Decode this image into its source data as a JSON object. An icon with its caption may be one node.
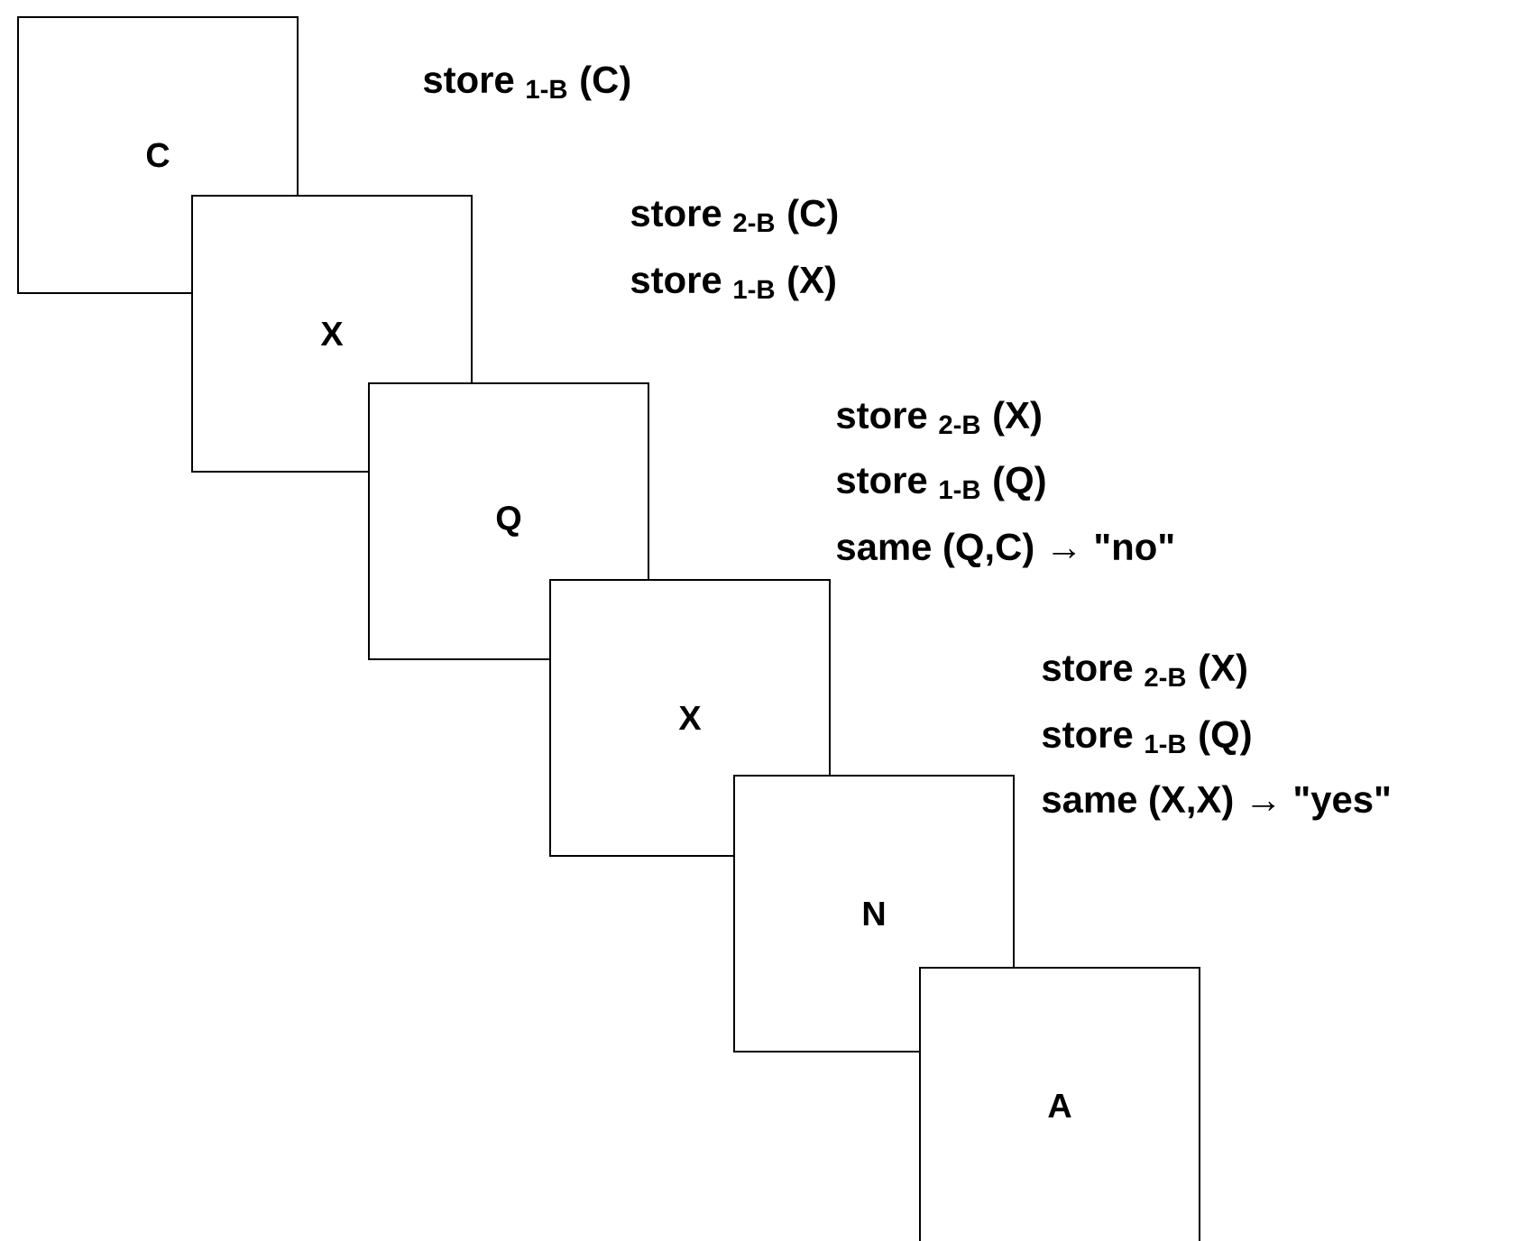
{
  "diagram": {
    "nodes": [
      {
        "text": [
          "C"
        ]
      },
      {
        "text": [
          "X"
        ]
      },
      {
        "text": [
          "Q"
        ]
      },
      {
        "text": [
          "X"
        ]
      },
      {
        "text": [
          "N"
        ]
      },
      {
        "text": [
          "A"
        ]
      }
    ],
    "labels": [
      "store $_{1-B}$ (C)",
      "store $_{2-B}$ (C)",
      "store $_{1-B}$ (X)",
      "store $_{2-B}$ (X)",
      "store $_{1-B}$ (Q)",
      "same (Q,C) → \"no\"",
      "store $_{2-B}$ (X)",
      "store $_{1-B}$ (Q)",
      "same (X,X) → \"yes\""
    ]
  }
}
